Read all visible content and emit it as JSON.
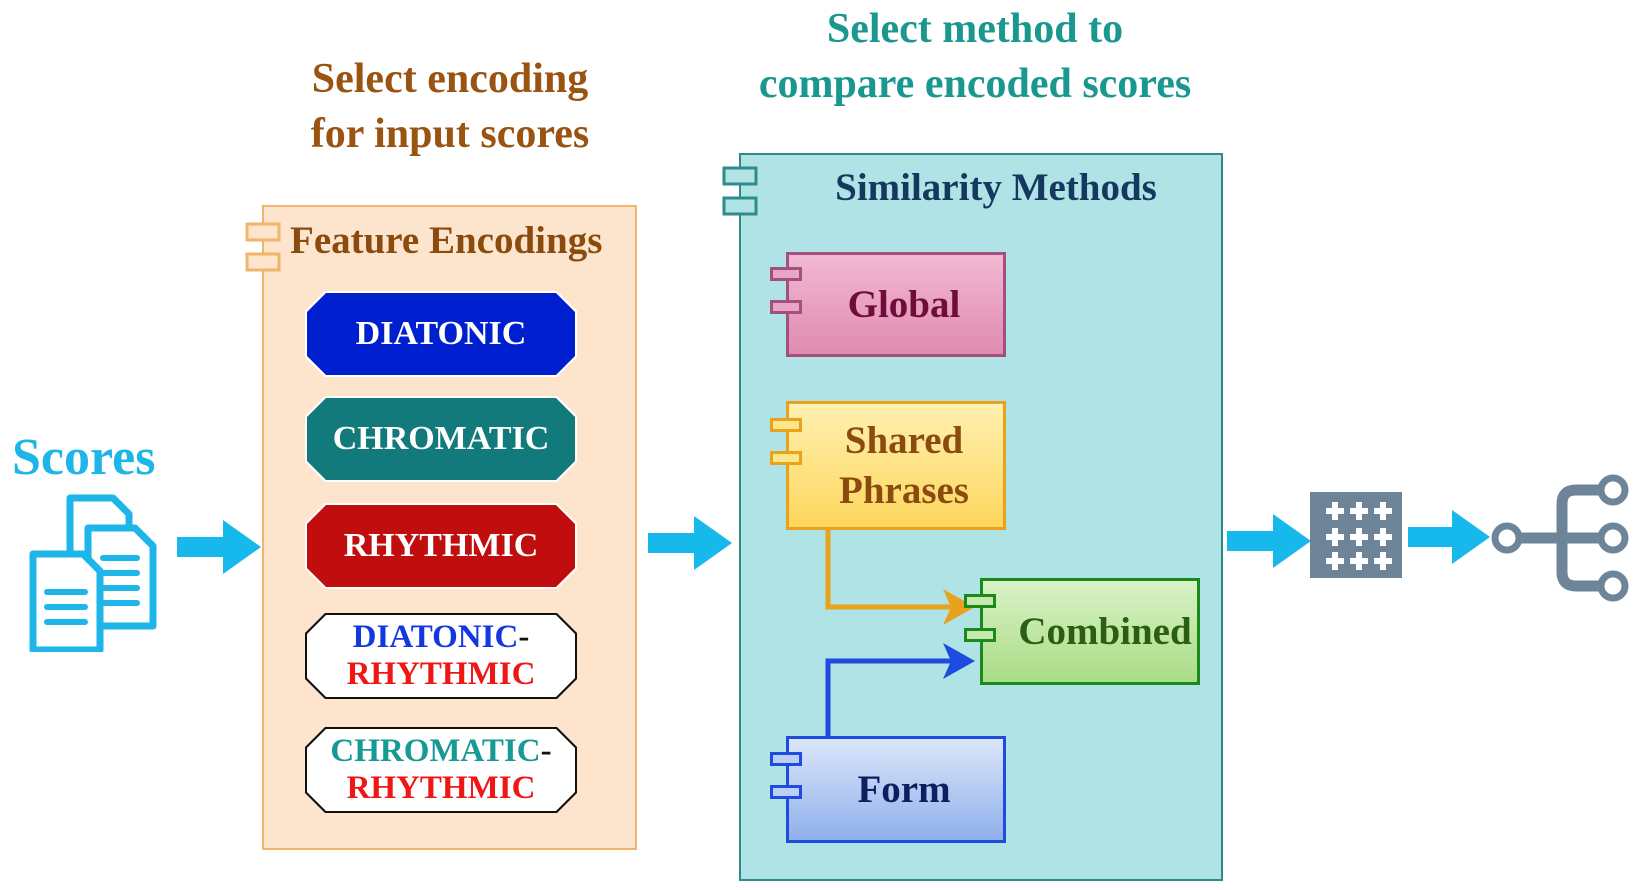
{
  "headings": {
    "encoding": [
      "Select encoding",
      "for input scores"
    ],
    "method": [
      "Select method to",
      "compare encoded scores"
    ]
  },
  "input": {
    "label": "Scores",
    "icon": "documents-icon"
  },
  "feature_encodings": {
    "title": "Feature Encodings",
    "items": [
      {
        "label": "DIATONIC",
        "fill": "#0020d0"
      },
      {
        "label": "CHROMATIC",
        "fill": "#127a7a"
      },
      {
        "label": "RHYTHMIC",
        "fill": "#c00d0d"
      }
    ],
    "combos": [
      {
        "first": "DIATONIC",
        "sep": "-",
        "second": "RHYTHMIC",
        "first_color": "#1238e0",
        "second_color": "#f01616"
      },
      {
        "first": "CHROMATIC",
        "sep": "-",
        "second": "RHYTHMIC",
        "first_color": "#159a96",
        "second_color": "#f01616"
      }
    ]
  },
  "similarity_methods": {
    "title": "Similarity Methods",
    "global": "Global",
    "shared": [
      "Shared",
      "Phrases"
    ],
    "combined": "Combined",
    "form": "Form"
  },
  "outputs": {
    "matrix_icon": "similarity-matrix-icon",
    "tree_icon": "network-tree-icon"
  },
  "colors": {
    "arrow": "#17b8ec",
    "encoding_heading": "#9a5412",
    "method_heading": "#1a9890",
    "icon_gray": "#6e8599"
  }
}
